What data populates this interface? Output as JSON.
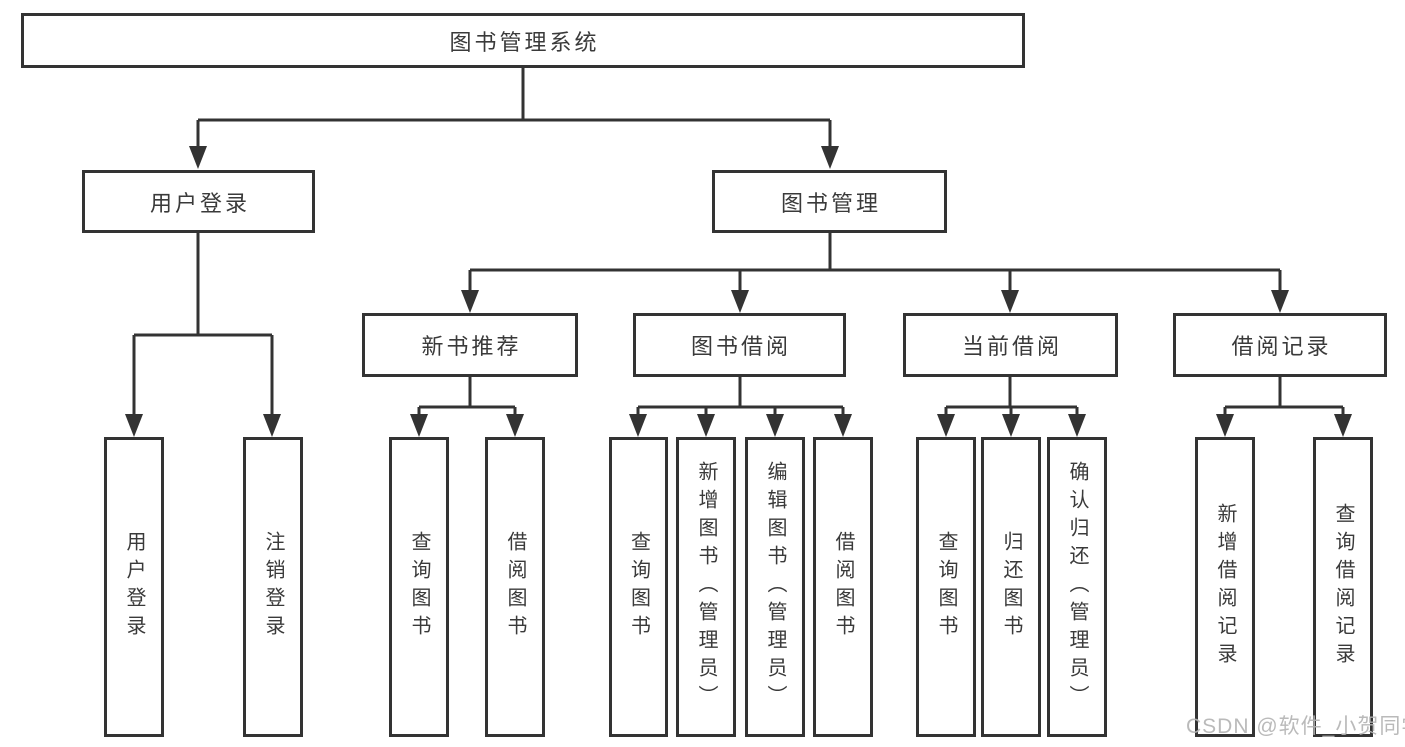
{
  "tree": {
    "label": "图书管理系统",
    "children": [
      {
        "label": "用户登录",
        "children": [
          {
            "label": "用户登录"
          },
          {
            "label": "注销登录"
          }
        ]
      },
      {
        "label": "图书管理",
        "children": [
          {
            "label": "新书推荐",
            "children": [
              {
                "label": "查询图书"
              },
              {
                "label": "借阅图书"
              }
            ]
          },
          {
            "label": "图书借阅",
            "children": [
              {
                "label": "查询图书"
              },
              {
                "label": "新增图书（管理员）"
              },
              {
                "label": "编辑图书（管理员）"
              },
              {
                "label": "借阅图书"
              }
            ]
          },
          {
            "label": "当前借阅",
            "children": [
              {
                "label": "查询图书"
              },
              {
                "label": "归还图书"
              },
              {
                "label": "确认归还（管理员）"
              }
            ]
          },
          {
            "label": "借阅记录",
            "children": [
              {
                "label": "新增借阅记录"
              },
              {
                "label": "查询借阅记录"
              }
            ]
          }
        ]
      }
    ]
  },
  "watermark": {
    "text": "CSDN @软件_小贺同学",
    "color": "#b5b5b5"
  },
  "colors": {
    "line": "#333333",
    "box_border": "#333333",
    "text": "#3a3a3a",
    "background": "#ffffff"
  }
}
